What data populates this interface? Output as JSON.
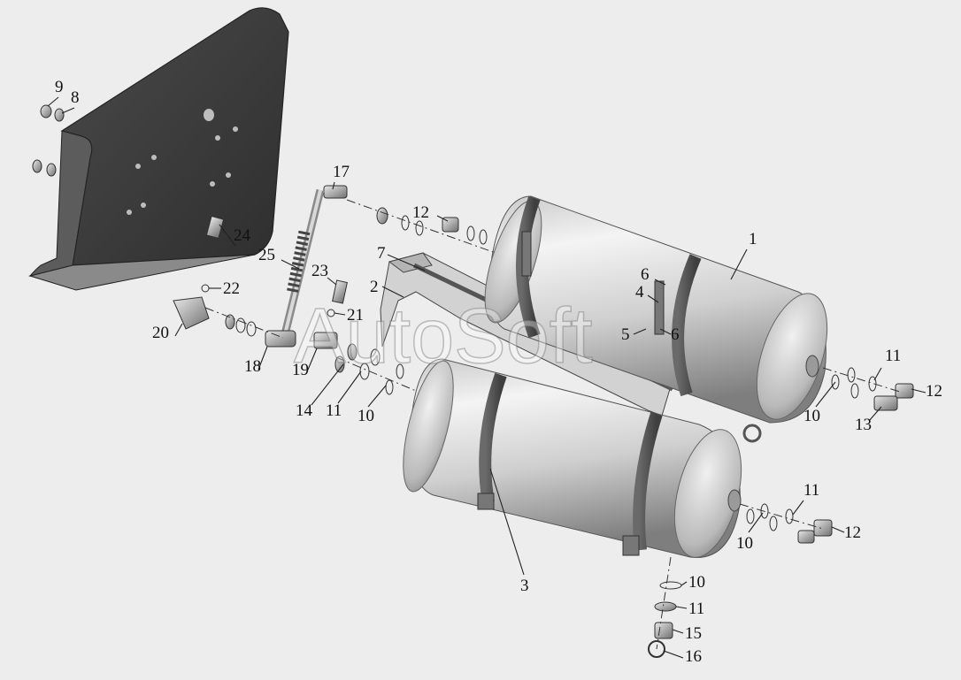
{
  "watermark": "AutoSoft",
  "colors": {
    "background": "#ededed",
    "bracket": "#3d3d3d",
    "tank_light": "#f2f2f2",
    "tank_dark": "#8c8c8c",
    "strap": "#555555"
  },
  "callouts": [
    {
      "id": "c1",
      "label": "1"
    },
    {
      "id": "c2",
      "label": "2"
    },
    {
      "id": "c3",
      "label": "3"
    },
    {
      "id": "c4",
      "label": "4"
    },
    {
      "id": "c5",
      "label": "5"
    },
    {
      "id": "c6a",
      "label": "6"
    },
    {
      "id": "c6b",
      "label": "6"
    },
    {
      "id": "c7",
      "label": "7"
    },
    {
      "id": "c8",
      "label": "8"
    },
    {
      "id": "c9",
      "label": "9"
    },
    {
      "id": "c10a",
      "label": "10"
    },
    {
      "id": "c10b",
      "label": "10"
    },
    {
      "id": "c10c",
      "label": "10"
    },
    {
      "id": "c10d",
      "label": "10"
    },
    {
      "id": "c11a",
      "label": "11"
    },
    {
      "id": "c11b",
      "label": "11"
    },
    {
      "id": "c11c",
      "label": "11"
    },
    {
      "id": "c11d",
      "label": "11"
    },
    {
      "id": "c12a",
      "label": "12"
    },
    {
      "id": "c12b",
      "label": "12"
    },
    {
      "id": "c12c",
      "label": "12"
    },
    {
      "id": "c13",
      "label": "13"
    },
    {
      "id": "c14",
      "label": "14"
    },
    {
      "id": "c15",
      "label": "15"
    },
    {
      "id": "c16",
      "label": "16"
    },
    {
      "id": "c17",
      "label": "17"
    },
    {
      "id": "c18",
      "label": "18"
    },
    {
      "id": "c19",
      "label": "19"
    },
    {
      "id": "c20",
      "label": "20"
    },
    {
      "id": "c21",
      "label": "21"
    },
    {
      "id": "c22",
      "label": "22"
    },
    {
      "id": "c23",
      "label": "23"
    },
    {
      "id": "c24",
      "label": "24"
    },
    {
      "id": "c25",
      "label": "25"
    }
  ]
}
